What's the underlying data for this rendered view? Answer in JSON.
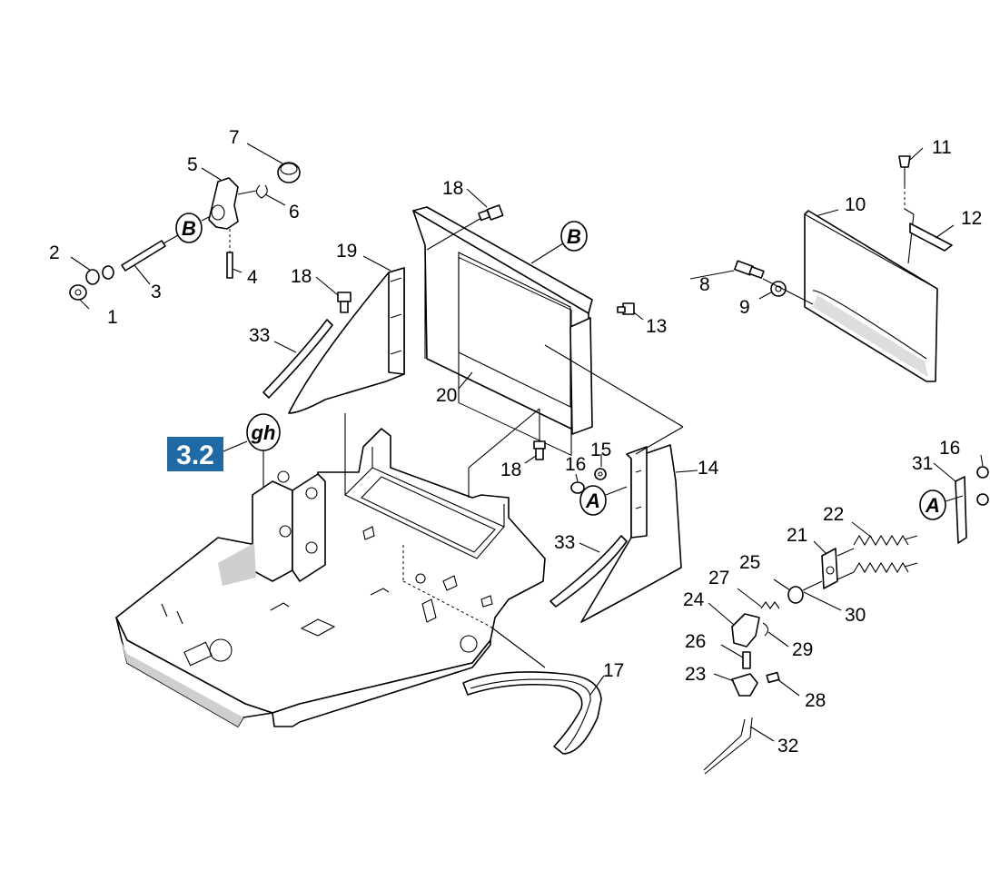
{
  "section_ref": {
    "label": "3.2",
    "color": "#1f6aa5"
  },
  "circle_refs": {
    "gh": "gh",
    "A": "A",
    "B": "B"
  },
  "callouts": {
    "c1": "1",
    "c2": "2",
    "c3": "3",
    "c4": "4",
    "c5": "5",
    "c6": "6",
    "c7": "7",
    "c8": "8",
    "c9": "9",
    "c10": "10",
    "c11": "11",
    "c12": "12",
    "c13": "13",
    "c14": "14",
    "c15": "15",
    "c16a": "16",
    "c16b": "16",
    "c17": "17",
    "c18a": "18",
    "c18b": "18",
    "c18c": "18",
    "c19": "19",
    "c20": "20",
    "c21": "21",
    "c22": "22",
    "c23": "23",
    "c24": "24",
    "c25": "25",
    "c26": "26",
    "c27": "27",
    "c28": "28",
    "c29": "29",
    "c30": "30",
    "c31": "31",
    "c32": "32",
    "c33a": "33",
    "c33b": "33"
  }
}
